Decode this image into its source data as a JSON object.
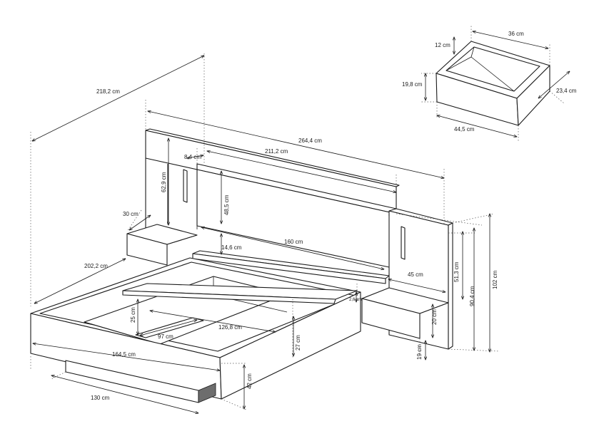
{
  "diagram": {
    "bed": {
      "overall_length": "218,2 cm",
      "overall_width": "264,4 cm",
      "headboard_width": "211,2 cm",
      "headboard_panel_gap": "8,4 cm",
      "headboard_light_height": "62,9 cm",
      "headboard_panel_height": "48,5 cm",
      "shelf_depth": "30 cm",
      "shelf_gap": "14,6 cm",
      "mattress_width": "160 cm",
      "frame_length": "202,2 cm",
      "frame_width": "164,5 cm",
      "base_width": "130 cm",
      "base_height": "42 cm",
      "rail_height": "27 cm",
      "inner_depth": "25 cm",
      "inner_width": "97 cm",
      "inner_length": "126,8 cm",
      "nightstand_depth": "45 cm",
      "nightstand_gap": "2,6 cm",
      "nightstand_height": "20 cm",
      "nightstand_floor_gap": "19 cm",
      "side_panel_height": "51,3 cm",
      "side_height": "90,4 cm",
      "total_height": "102 cm"
    },
    "drawer": {
      "width": "36 cm",
      "side_height": "12 cm",
      "front_height": "19,8 cm",
      "depth": "23,4 cm",
      "front_width": "44,5 cm"
    }
  }
}
